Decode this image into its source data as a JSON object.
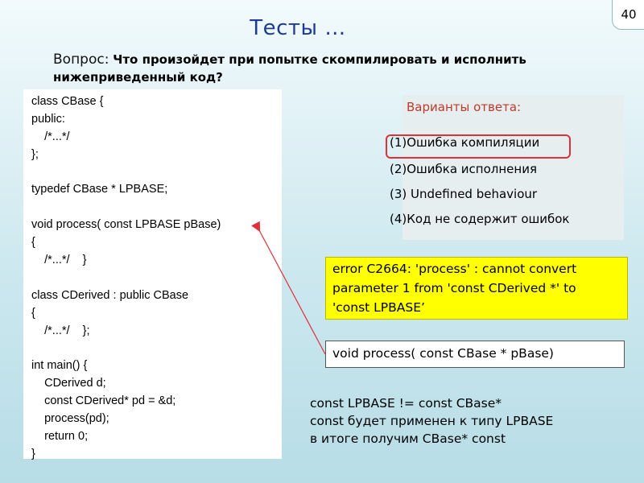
{
  "slide_number": "40",
  "title": "Тесты …",
  "question": {
    "label": "Вопрос:",
    "line1": "Что произойдет при попытке скомпилировать и исполнить",
    "line2": "нижеприведенный код?"
  },
  "code_lines": [
    "class CBase {",
    "public:",
    "    /*...*/",
    "};",
    "",
    "typedef CBase * LPBASE;",
    "",
    "void process( const LPBASE pBase)",
    "{",
    "    /*...*/    }",
    "",
    "class CDerived : public CBase",
    "{",
    "    /*...*/    };",
    "",
    "int main() {",
    "    CDerived d;",
    "    const CDerived* pd = &d;",
    "    process(pd);",
    "    return 0;",
    "}"
  ],
  "answers": {
    "title": "Варианты ответа:",
    "options": [
      "(1)Ошибка компиляции",
      "(2)Ошибка исполнения",
      "(3) Undefined behaviour",
      "(4)Код не содержит ошибок"
    ]
  },
  "error": {
    "line1": "error C2664: 'process' : cannot convert",
    "line2": "parameter 1 from 'const CDerived *' to",
    "line3": "'const LPBASE’"
  },
  "fix": "void process( const CBase * pBase)",
  "explanation": [
    "const LPBASE != const CBase*",
    "const будет применен к типу LPBASE",
    "в итоге получим CBase* const"
  ],
  "colors": {
    "title": "#1f3d8f",
    "answers_title": "#c0392b",
    "highlight_circle": "#e0303a",
    "error_bg": "#ffff00",
    "arrow": "#e0303a"
  }
}
